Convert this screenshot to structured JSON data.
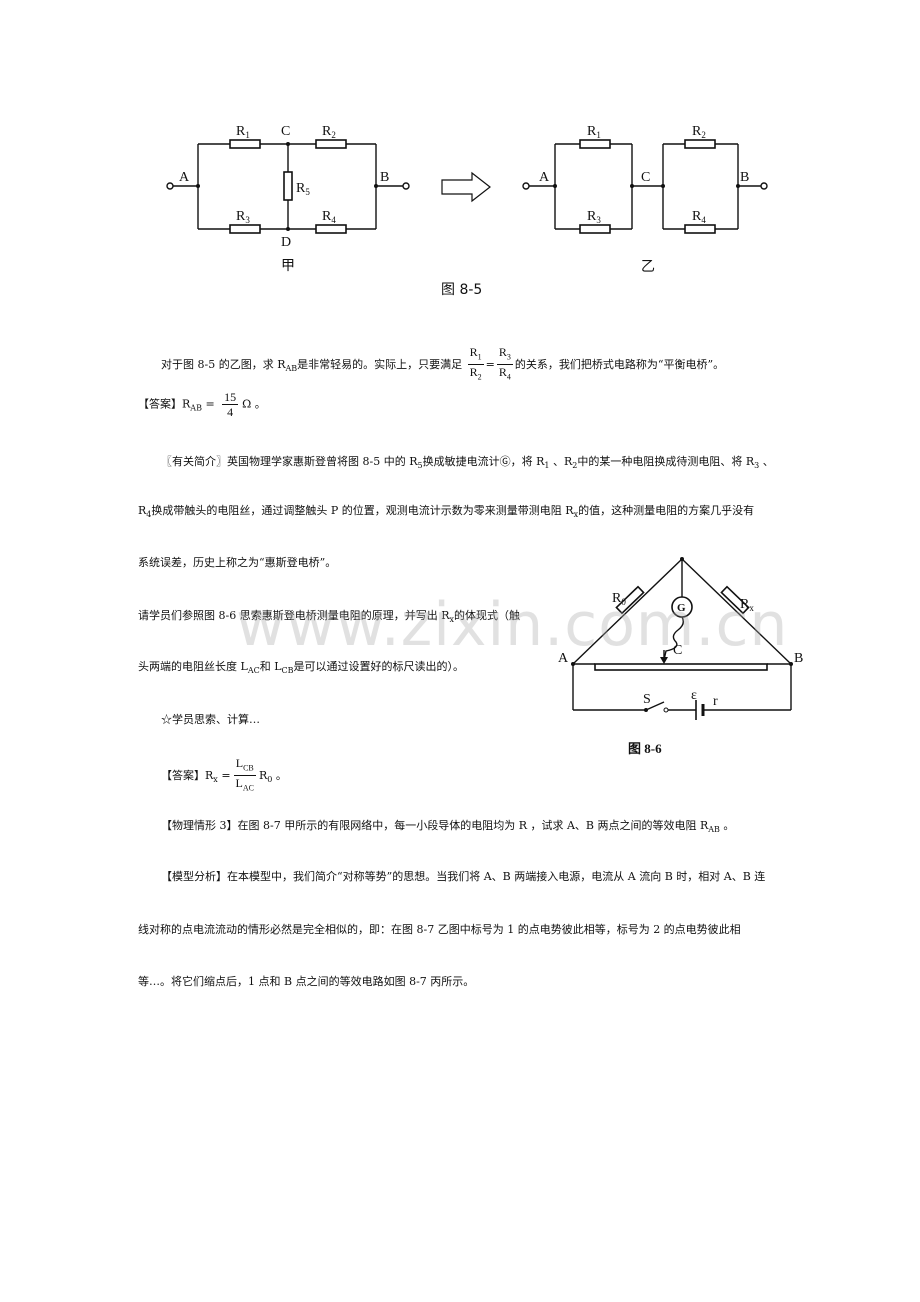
{
  "fig85": {
    "left_labels": {
      "A": "A",
      "B": "B",
      "C": "C",
      "D": "D",
      "R1": "R",
      "R2": "R",
      "R3": "R",
      "R4": "R",
      "R5": "R"
    },
    "subs": {
      "s1": "1",
      "s2": "2",
      "s3": "3",
      "s4": "4",
      "s5": "5"
    },
    "left_caption": "甲",
    "right_caption": "乙",
    "figure_caption": "图 8-5"
  },
  "fig86": {
    "labels": {
      "R0": "R",
      "R0_sub": "0",
      "Rx": "R",
      "Rx_sub": "x",
      "G": "G",
      "A": "A",
      "B": "B",
      "C": "C",
      "S": "S",
      "eps": "ε",
      "r": "r"
    },
    "caption": "图 8-6"
  },
  "p1": {
    "t1": "对于图 8-5 的乙图，求 R",
    "sub1": "AB",
    "t2": "是非常轻易的。实际上，只要满足",
    "t3": "的关系，我们把桥式电路称为“平衡电桥”。",
    "f1n": "R",
    "f1ns": "1",
    "f1d": "R",
    "f1ds": "2",
    "eq": "=",
    "f2n": "R",
    "f2ns": "3",
    "f2d": "R",
    "f2ds": "4"
  },
  "ans1": {
    "label": "【答案】R",
    "sub": "AB",
    "eq": "=",
    "num": "15",
    "den": "4",
    "unit": "Ω 。"
  },
  "p2": {
    "l1": "〖有关简介〗英国物理学家惠斯登曾将图 8-5 中的 R",
    "l1s": "5",
    "l1b": "换成敏捷电流计",
    "g": "Ⓖ",
    "l1c": "，将 R",
    "l1d": "1",
    "l1e": " 、R",
    "l1f": "2",
    "l1g": "中的某一种电阻换成待测电阻、将 R",
    "l1h": "3",
    "l1i": " 、",
    "l2": "R",
    "l2s": "4",
    "l2b": "换成带触头的电阻丝，通过调整触头 P 的位置，观测电流计示数为零来测量带测电阻 R",
    "l2c": "x",
    "l2d": "的值，这种测量电阻的方案几乎没有",
    "l3": "系统误差，历史上称之为“惠斯登电桥”。"
  },
  "p3": {
    "l1": "请学员们参照图 8-6 思索惠斯登电桥测量电阻的原理，并写出 R",
    "l1s": "x",
    "l1b": "的体现式（触",
    "l2": "头两端的电阻丝长度 L",
    "l2s": "AC",
    "l2b": "和 L",
    "l2c": "CB",
    "l2d": "是可以通过设置好的标尺读出的）。"
  },
  "p4": {
    "t": "☆学员思索、计算…"
  },
  "ans2": {
    "label": "【答案】R",
    "sub": "x",
    "eq": "=",
    "num": "L",
    "nums": "CB",
    "den": "L",
    "dens": "AC",
    "t": "R",
    "ts": "0",
    "end": " 。"
  },
  "p5": {
    "t": "【物理情形 3】在图 8-7 甲所示的有限网络中，每一小段导体的电阻均为 R ，试求 A、B 两点之间的等效电阻 R",
    "s": "AB",
    "end": " 。"
  },
  "p6": {
    "l1": "【模型分析】在本模型中，我们简介“对称等势”的思想。当我们将 A、B 两端接入电源，电流从 A 流向 B 时，相对 A、B 连",
    "l2": "线对称的点电流流动的情形必然是完全相似的，即：在图 8-7 乙图中标号为 1 的点电势彼此相等，标号为 2 的点电势彼此相",
    "l3": "等…。将它们缩点后，1 点和 B 点之间的等效电路如图 8-7 丙所示。"
  },
  "watermark": "www.zixin.com.cn"
}
